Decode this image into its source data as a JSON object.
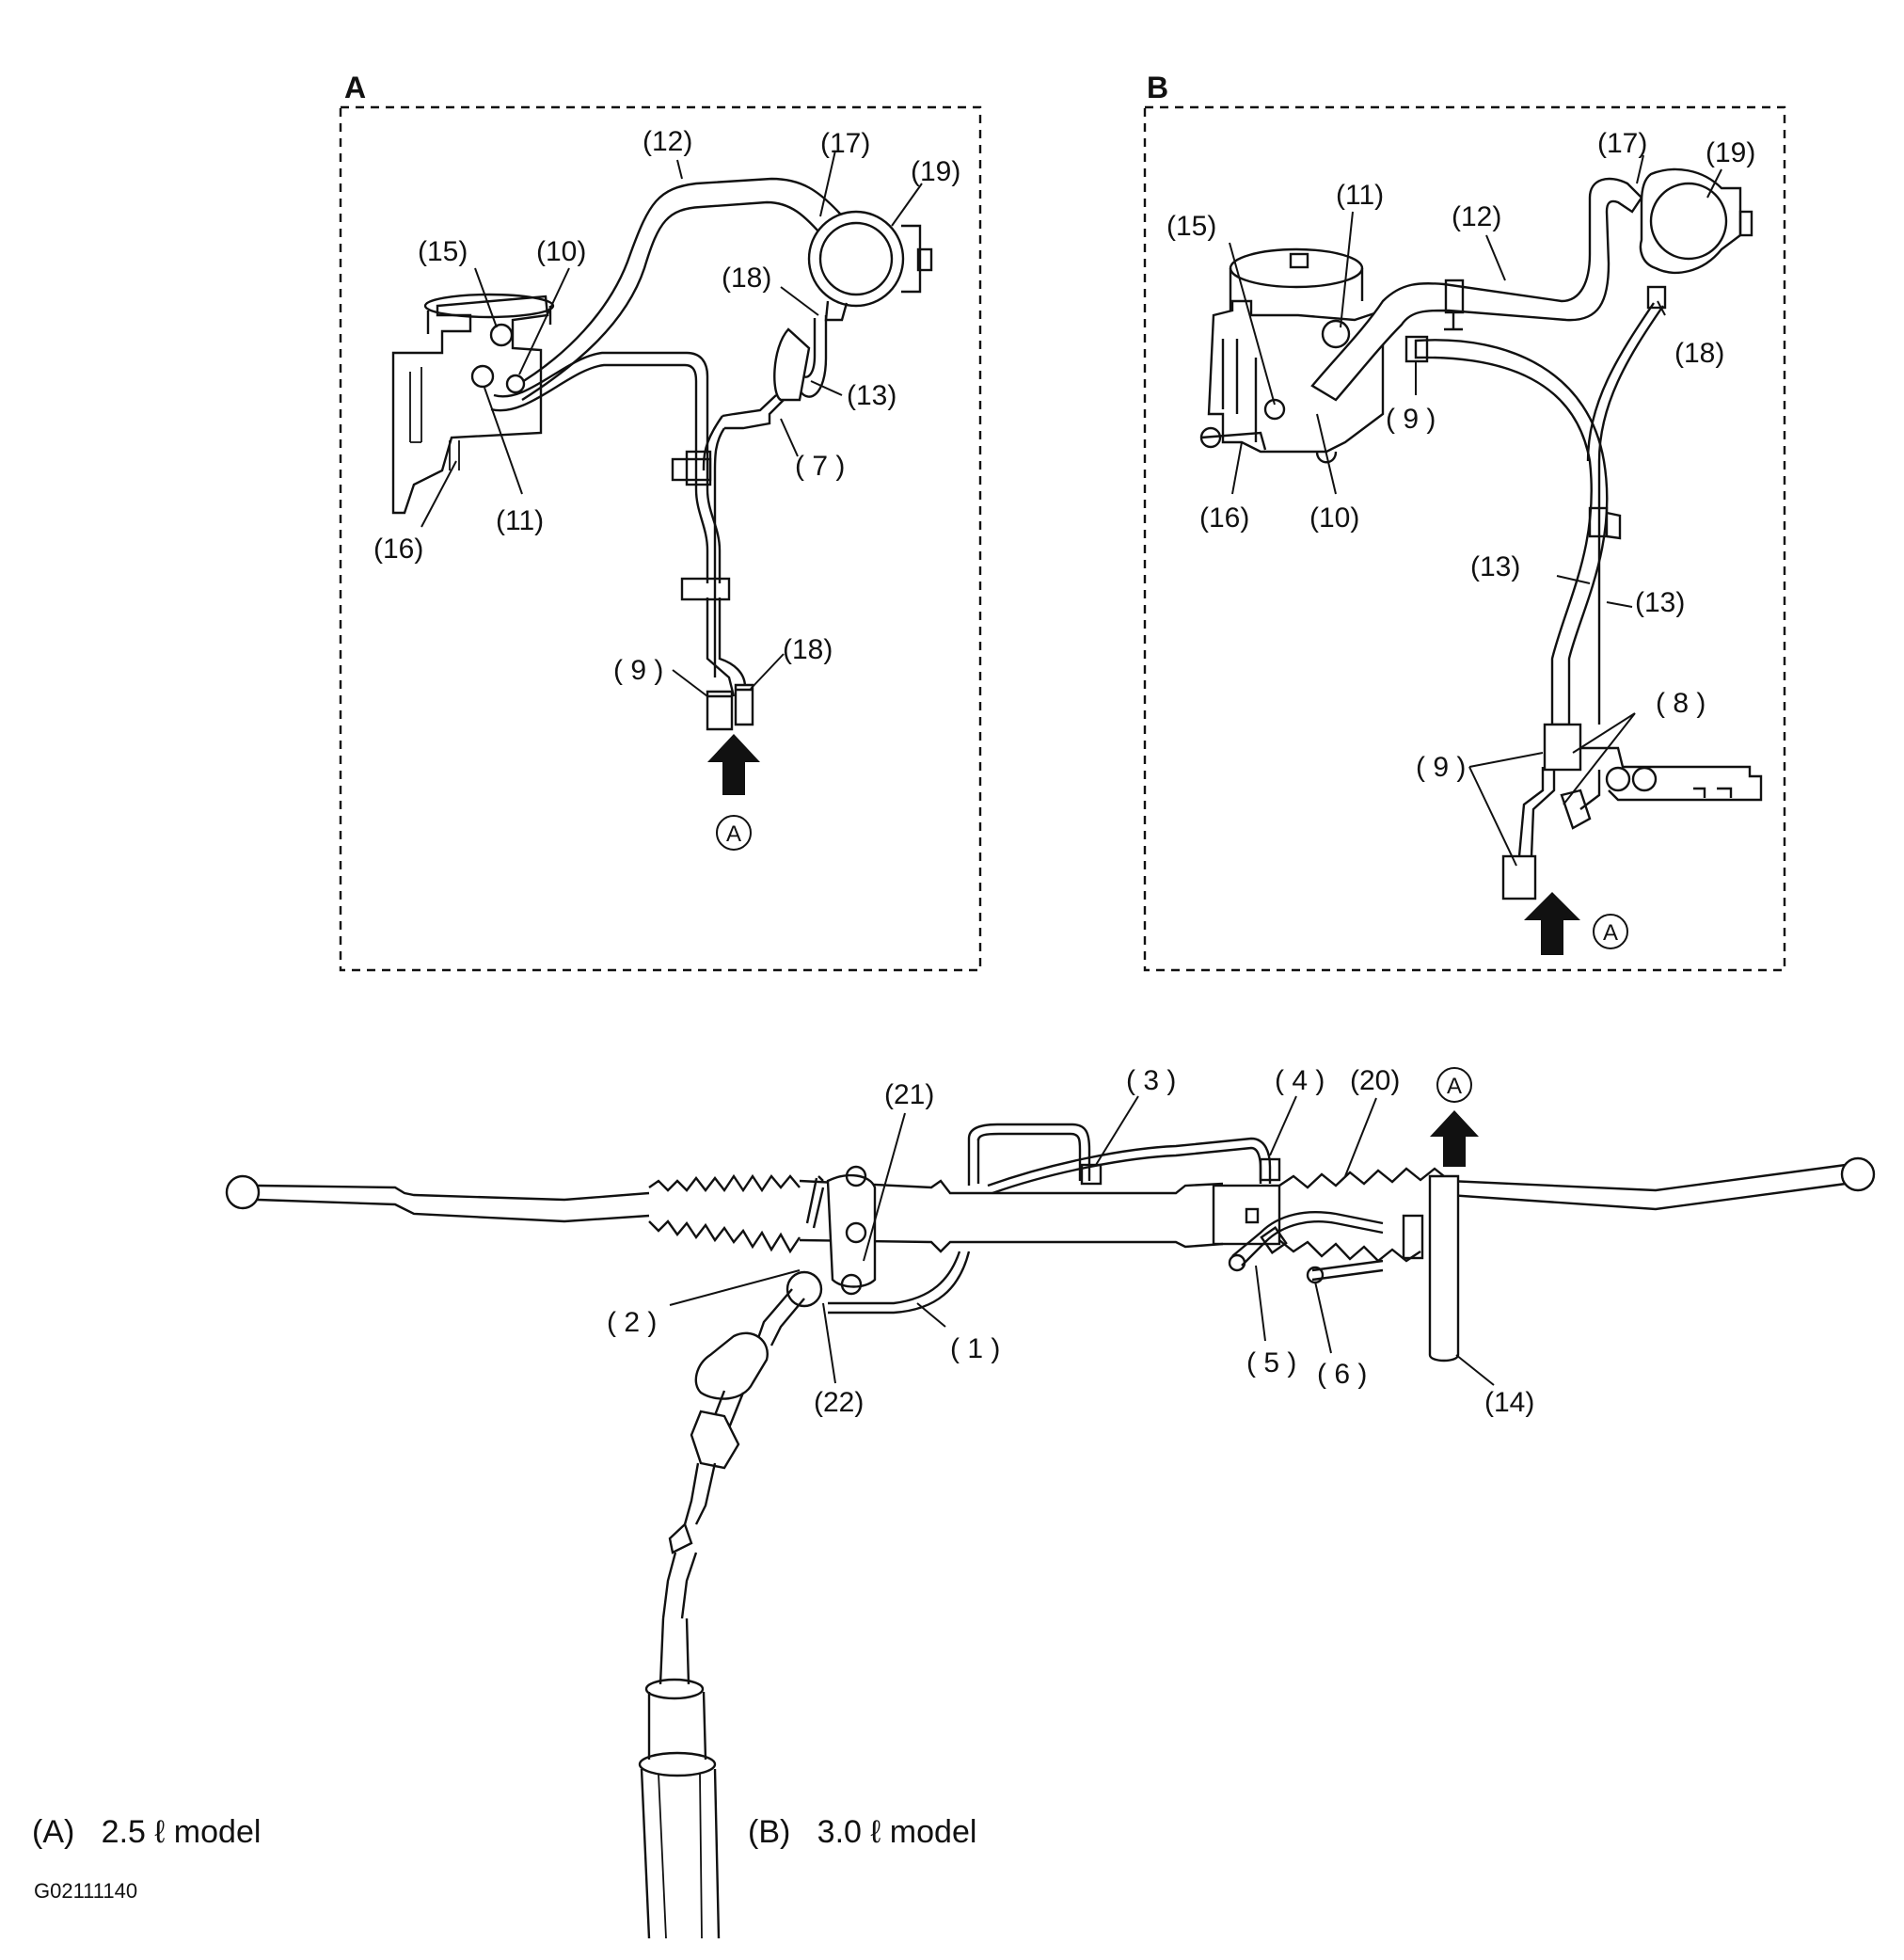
{
  "panels": {
    "a": {
      "letter": "A",
      "callouts": {
        "c12": "(12)",
        "c17": "(17)",
        "c19": "(19)",
        "c15": "(15)",
        "c10": "(10)",
        "c18_top": "(18)",
        "c13": "(13)",
        "c7": "( 7 )",
        "c11": "(11)",
        "c16": "(16)",
        "c9": "( 9 )",
        "c18_bottom": "(18)"
      },
      "direction_marker": "A"
    },
    "b": {
      "letter": "B",
      "callouts": {
        "c17": "(17)",
        "c19": "(19)",
        "c11": "(11)",
        "c15": "(15)",
        "c12": "(12)",
        "c18": "(18)",
        "c9_top": "( 9 )",
        "c16": "(16)",
        "c10": "(10)",
        "c13_left": "(13)",
        "c13_right": "(13)",
        "c8": "( 8 )",
        "c9_bottom": "( 9 )"
      },
      "direction_marker": "A"
    }
  },
  "main": {
    "callouts": {
      "c3": "( 3 )",
      "c4": "( 4 )",
      "c20": "(20)",
      "c21": "(21)",
      "c2": "( 2 )",
      "c1": "( 1 )",
      "c22": "(22)",
      "c5": "( 5 )",
      "c6": "( 6 )",
      "c14": "(14)"
    },
    "direction_marker": "A"
  },
  "captions": {
    "a": "(A)   2.5 ℓ model",
    "b": "(B)   3.0 ℓ model"
  },
  "figure_code": "G02111140",
  "colors": {
    "ink": "#111111",
    "paper": "#ffffff"
  }
}
